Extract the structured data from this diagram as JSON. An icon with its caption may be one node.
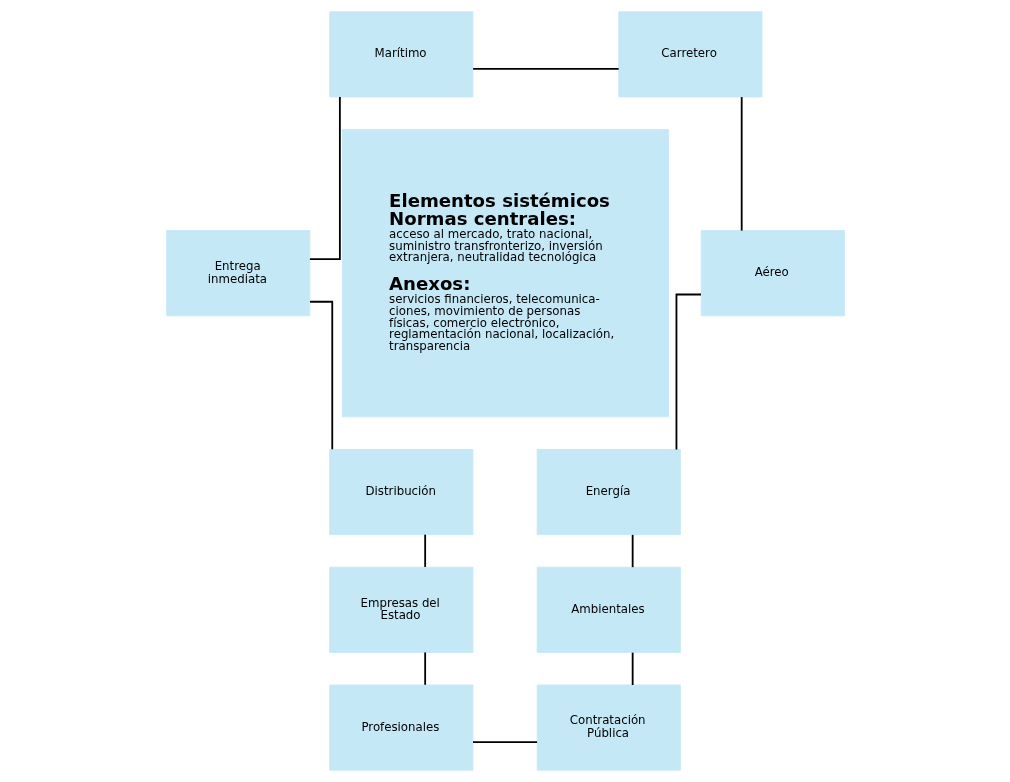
{
  "diagram": {
    "nodes": [
      {
        "text": [
          "Marítimo"
        ]
      },
      {
        "text": [
          "Carretero"
        ]
      },
      {
        "text": [
          "Entrega inmediata"
        ]
      },
      {
        "text": [
          "Elementos sistémicos",
          "Normas centrales:",
          "acceso al mercado, trato nacional, suministro transfronterizo, inversión extranjera, neutralidad tecnológica",
          "Anexos:",
          "servicios financieros, telecomunica-ciones, movimiento de personas físicas, comercio electrónico, reglamentación nacional, localización, transparencia"
        ]
      },
      {
        "text": [
          "Aéreo"
        ]
      },
      {
        "text": [
          "Distribución"
        ]
      },
      {
        "text": [
          "Energía"
        ]
      },
      {
        "text": [
          "Empresas del Estado"
        ]
      },
      {
        "text": [
          "Ambientales"
        ]
      },
      {
        "text": [
          "Profesionales"
        ]
      },
      {
        "text": [
          "Contratación Pública"
        ]
      }
    ],
    "edges": [
      {
        "from": 0,
        "to": 1,
        "arrow": "none"
      },
      {
        "from": 1,
        "to": 4,
        "arrow": "none"
      },
      {
        "from": 4,
        "to": 6,
        "arrow": "none"
      },
      {
        "from": 6,
        "to": 8,
        "arrow": "none"
      },
      {
        "from": 8,
        "to": 10,
        "arrow": "none"
      },
      {
        "from": 10,
        "to": 9,
        "arrow": "none"
      },
      {
        "from": 9,
        "to": 7,
        "arrow": "none"
      },
      {
        "from": 7,
        "to": 5,
        "arrow": "none"
      },
      {
        "from": 5,
        "to": 2,
        "arrow": "none"
      },
      {
        "from": 2,
        "to": 0,
        "arrow": "none"
      }
    ]
  }
}
